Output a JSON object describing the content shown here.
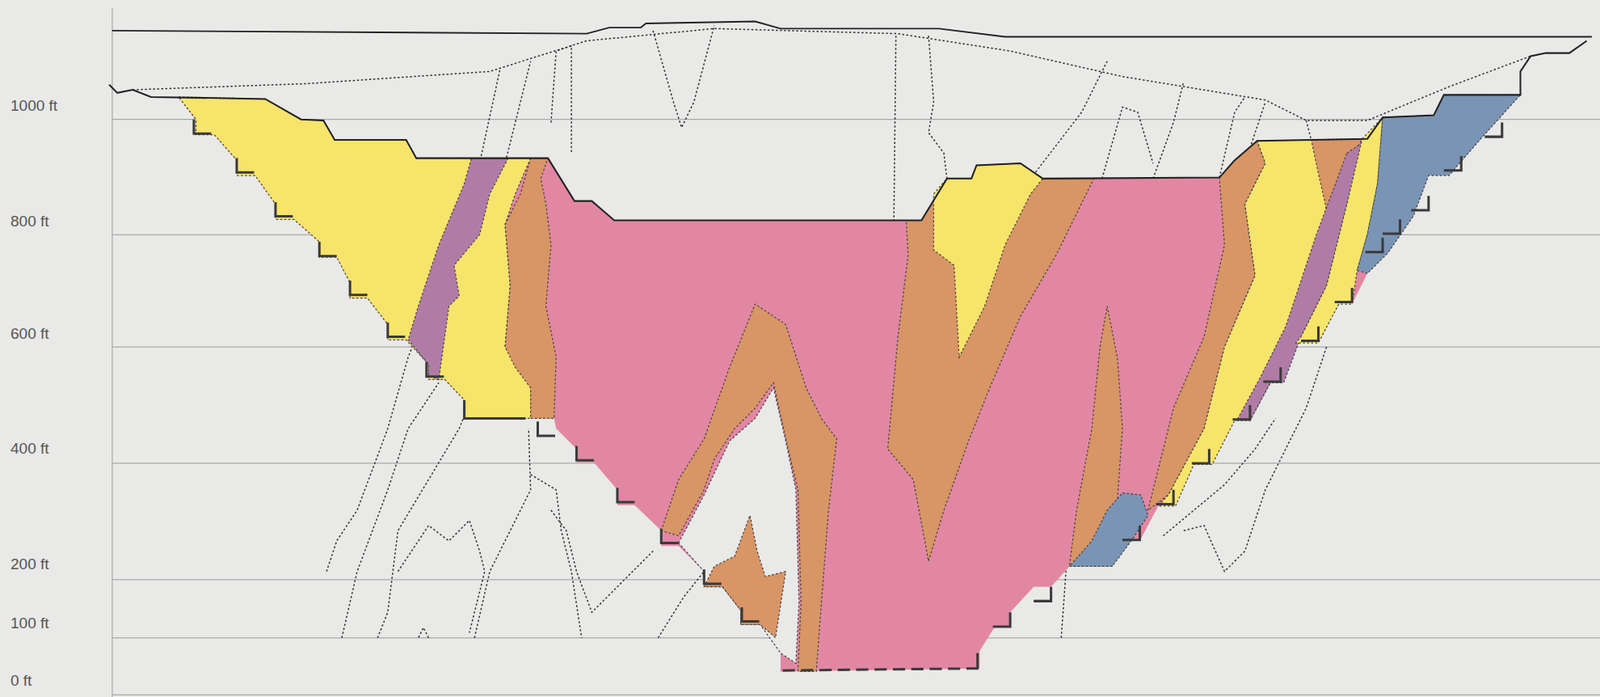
{
  "diagram": {
    "labels": [
      "1000 ft",
      "800 ft",
      "600 ft",
      "400 ft",
      "200 ft",
      "100 ft",
      "0 ft"
    ]
  }
}
